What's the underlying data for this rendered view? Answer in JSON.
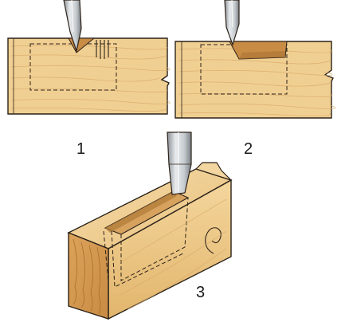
{
  "labels": {
    "step1": "1",
    "step2": "2",
    "step3": "3"
  },
  "colors": {
    "wood_light": "#f0cf92",
    "wood_mid": "#e7bb73",
    "wood_dark": "#d9a259",
    "wood_end": "#c98c45",
    "chisel_light": "#dfe3e6",
    "chisel_dark": "#7a8086",
    "outline": "#2b2219"
  },
  "icons": [
    "chisel-icon"
  ]
}
